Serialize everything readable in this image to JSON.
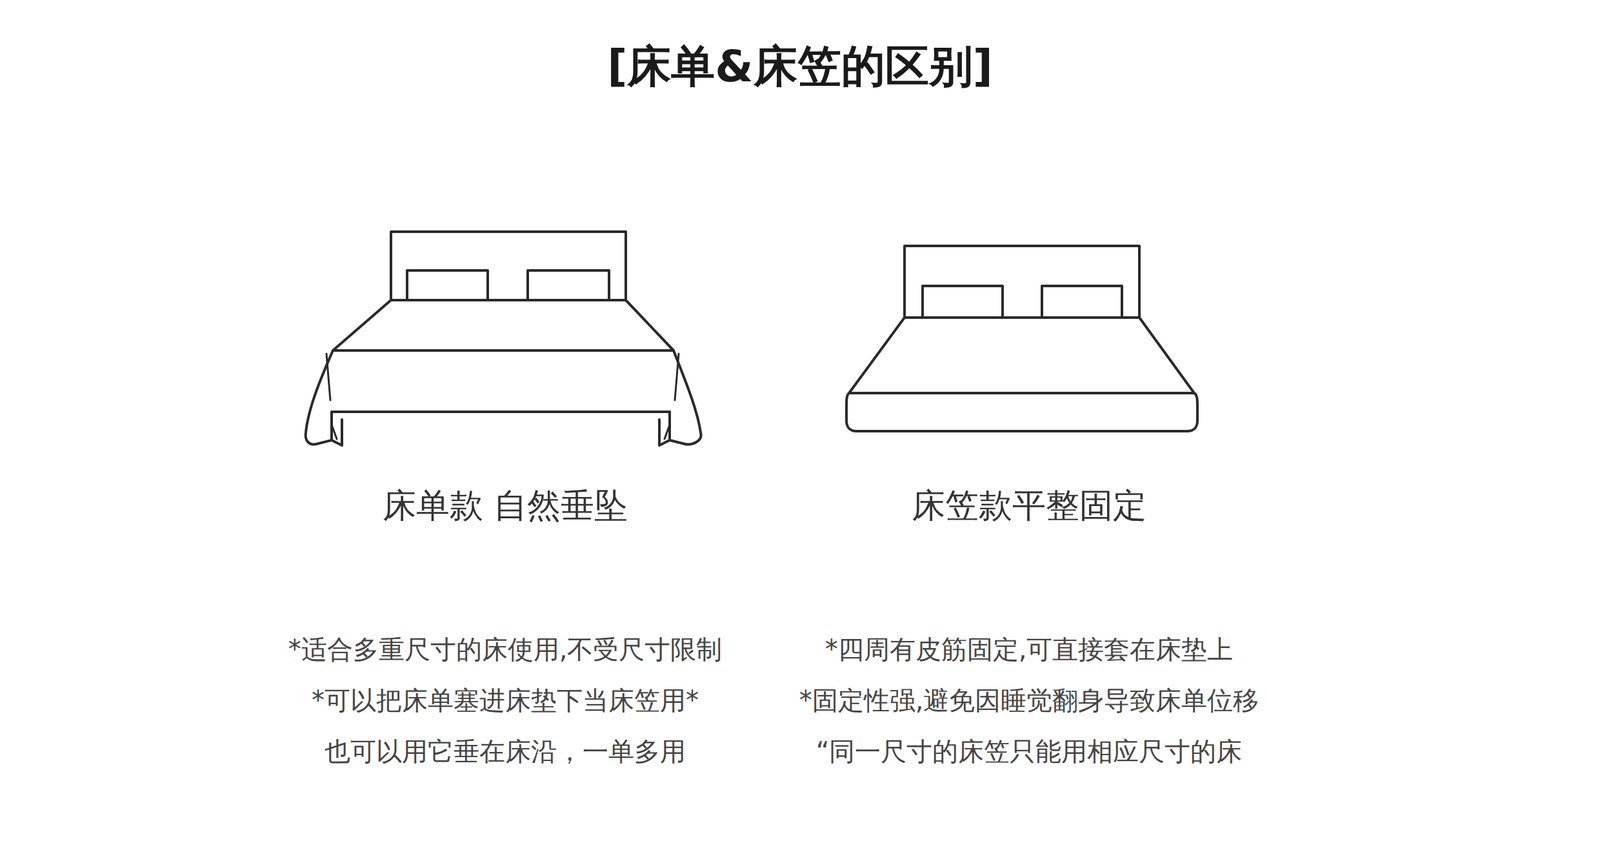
{
  "diagram": {
    "title": "[床单&床笠的区别]",
    "labels": [
      "床单款 自然垂坠",
      "床笠款平整固定",
      "*适合多重尺寸的床使用,不受尺寸限制",
      "*可以把床单塞进床垫下当床笠用*",
      "也可以用它垂在床沿，一单多用",
      "*四周有皮筋固定,可直接套在床垫上",
      "*固定性强,避免因睡觉翻身导致床单位移",
      "“同一尺寸的床笠只能用相应尺寸的床"
    ]
  }
}
